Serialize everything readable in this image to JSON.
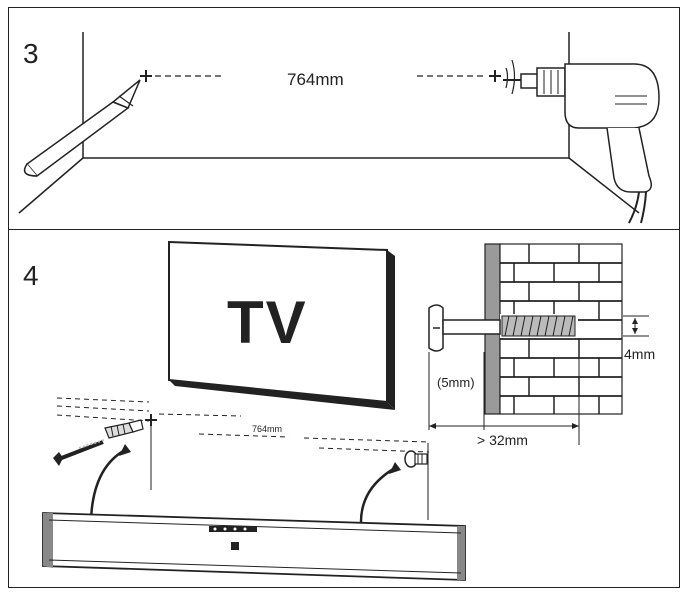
{
  "steps": {
    "step3": {
      "number": "3",
      "distance_label": "764mm"
    },
    "step4": {
      "number": "4",
      "tv_label": "TV",
      "distance_label": "764mm",
      "gap_label": "(5mm)",
      "depth_label": "> 32mm",
      "thickness_label": "4mm"
    }
  }
}
